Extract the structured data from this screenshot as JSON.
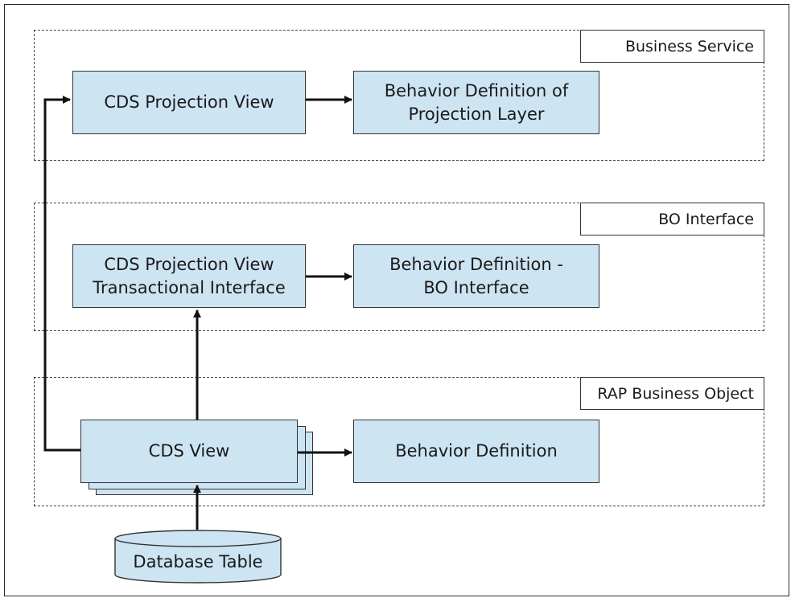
{
  "layers": {
    "business_service": "Business Service",
    "bo_interface": "BO Interface",
    "rap_business_object": "RAP Business Object"
  },
  "boxes": {
    "cds_projection_view": [
      "CDS Projection View"
    ],
    "bdef_projection": [
      "Behavior Definition of",
      "Projection Layer"
    ],
    "cds_projection_transactional": [
      "CDS Projection View",
      "Transactional Interface"
    ],
    "bdef_bo_interface": [
      "Behavior Definition -",
      "BO Interface"
    ],
    "cds_view": [
      "CDS View"
    ],
    "bdef": [
      "Behavior Definition"
    ],
    "database_table": "Database Table"
  },
  "colors": {
    "box_fill": "#cde4f3",
    "line": "#111111"
  }
}
